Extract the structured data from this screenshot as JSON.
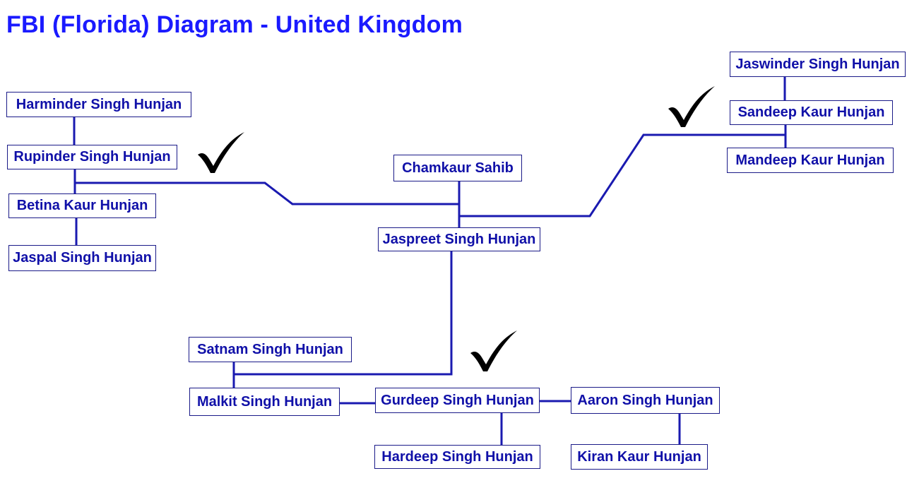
{
  "title": "FBI (Florida) Diagram - United Kingdom",
  "colors": {
    "title": "#1a1aff",
    "node_text": "#1010a8",
    "node_border": "#1a1a88",
    "connector": "#1a1ab0",
    "check": "#000000"
  },
  "nodes": {
    "harminder": "Harminder Singh Hunjan",
    "rupinder": "Rupinder Singh Hunjan",
    "betina": "Betina Kaur Hunjan",
    "jaspal": "Jaspal Singh Hunjan",
    "chamkaur": "Chamkaur Sahib",
    "jaspreet": "Jaspreet Singh Hunjan",
    "jaswinder": "Jaswinder Singh Hunjan",
    "sandeep": "Sandeep Kaur Hunjan",
    "mandeep": "Mandeep Kaur Hunjan",
    "satnam": "Satnam Singh Hunjan",
    "malkit": "Malkit Singh Hunjan",
    "gurdeep": "Gurdeep Singh Hunjan",
    "hardeep": "Hardeep Singh Hunjan",
    "aaron": "Aaron Singh Hunjan",
    "kiran": "Kiran Kaur Hunjan"
  },
  "icons": {
    "check": "checkmark-icon"
  }
}
